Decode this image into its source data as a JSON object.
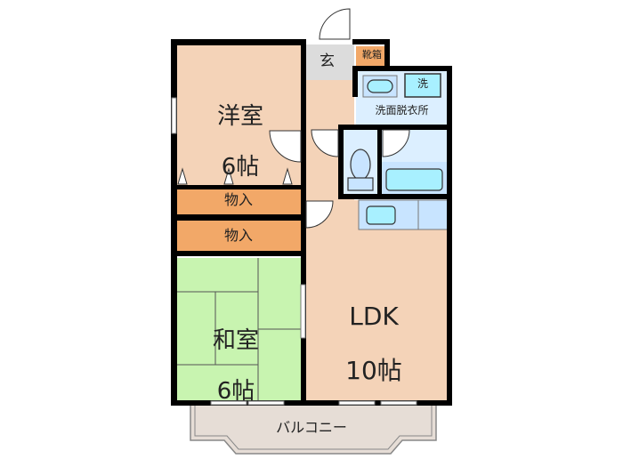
{
  "floorplan": {
    "rooms": {
      "western_room": {
        "name": "洋室",
        "size": "6帖",
        "color": "#f4d3b8"
      },
      "japanese_room": {
        "name": "和室",
        "size": "6帖",
        "color": "#c8f4b0"
      },
      "ldk": {
        "name": "LDK",
        "size": "10帖",
        "color": "#f4d3b8"
      },
      "storage_1": {
        "name": "物入",
        "color": "#f2a868"
      },
      "storage_2": {
        "name": "物入",
        "color": "#f2a868"
      },
      "entrance": {
        "name": "玄",
        "color": "#dcdcdc"
      },
      "shoe_box": {
        "name": "靴箱",
        "color": "#f2a868"
      },
      "washroom": {
        "name": "洗面脱衣所",
        "color": "#dcefff"
      },
      "washer": {
        "name": "洗",
        "color": "#a8f0ff"
      },
      "balcony": {
        "name": "バルコニー",
        "color": "#e6ddd6"
      }
    },
    "colors": {
      "wall": "#000000",
      "fixture_blue": "#a8f0ff",
      "wet_area": "#c8e4ff"
    }
  }
}
